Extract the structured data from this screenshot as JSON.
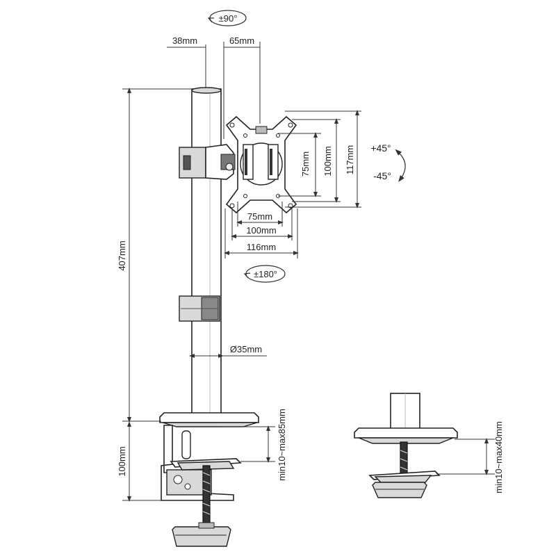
{
  "labels": {
    "swivel": "±90°",
    "width_38": "38mm",
    "width_65": "65mm",
    "height_407": "407mm",
    "tilt_up": "+45°",
    "tilt_down": "-45°",
    "vesa_h75": "75mm",
    "vesa_h100": "100mm",
    "plate_h117": "117mm",
    "vesa_w75": "75mm",
    "vesa_w100": "100mm",
    "plate_w116": "116mm",
    "rotation": "±180°",
    "pole_diameter": "Ø35mm",
    "clamp_height": "100mm",
    "clamp_range": "min10~max85mm",
    "alt_clamp_range": "min10~max40mm"
  }
}
